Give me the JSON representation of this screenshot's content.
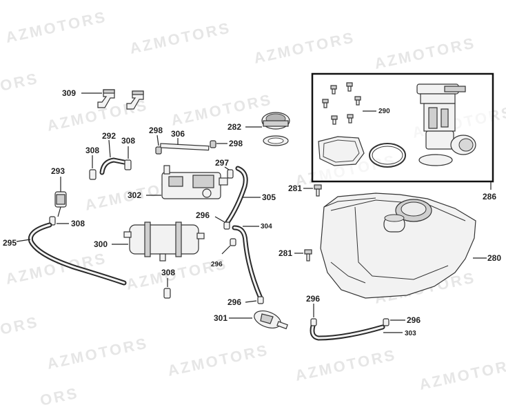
{
  "watermark": "AZMOTORS",
  "watermark_partial": "ORS",
  "parts": {
    "p309": "309",
    "p292": "292",
    "p308a": "308",
    "p308b": "308",
    "p293": "293",
    "p308c": "308",
    "p295": "295",
    "p298a": "298",
    "p306": "306",
    "p298b": "298",
    "p282": "282",
    "p297": "297",
    "p302": "302",
    "p305": "305",
    "p296a": "296",
    "p304": "304",
    "p300": "300",
    "p296b": "296",
    "p308d": "308",
    "p296c": "296",
    "p301": "301",
    "p281a": "281",
    "p281b": "281",
    "p286": "286",
    "p280": "280",
    "p296d": "296",
    "p296e": "296",
    "p303": "303",
    "p290": "290"
  }
}
